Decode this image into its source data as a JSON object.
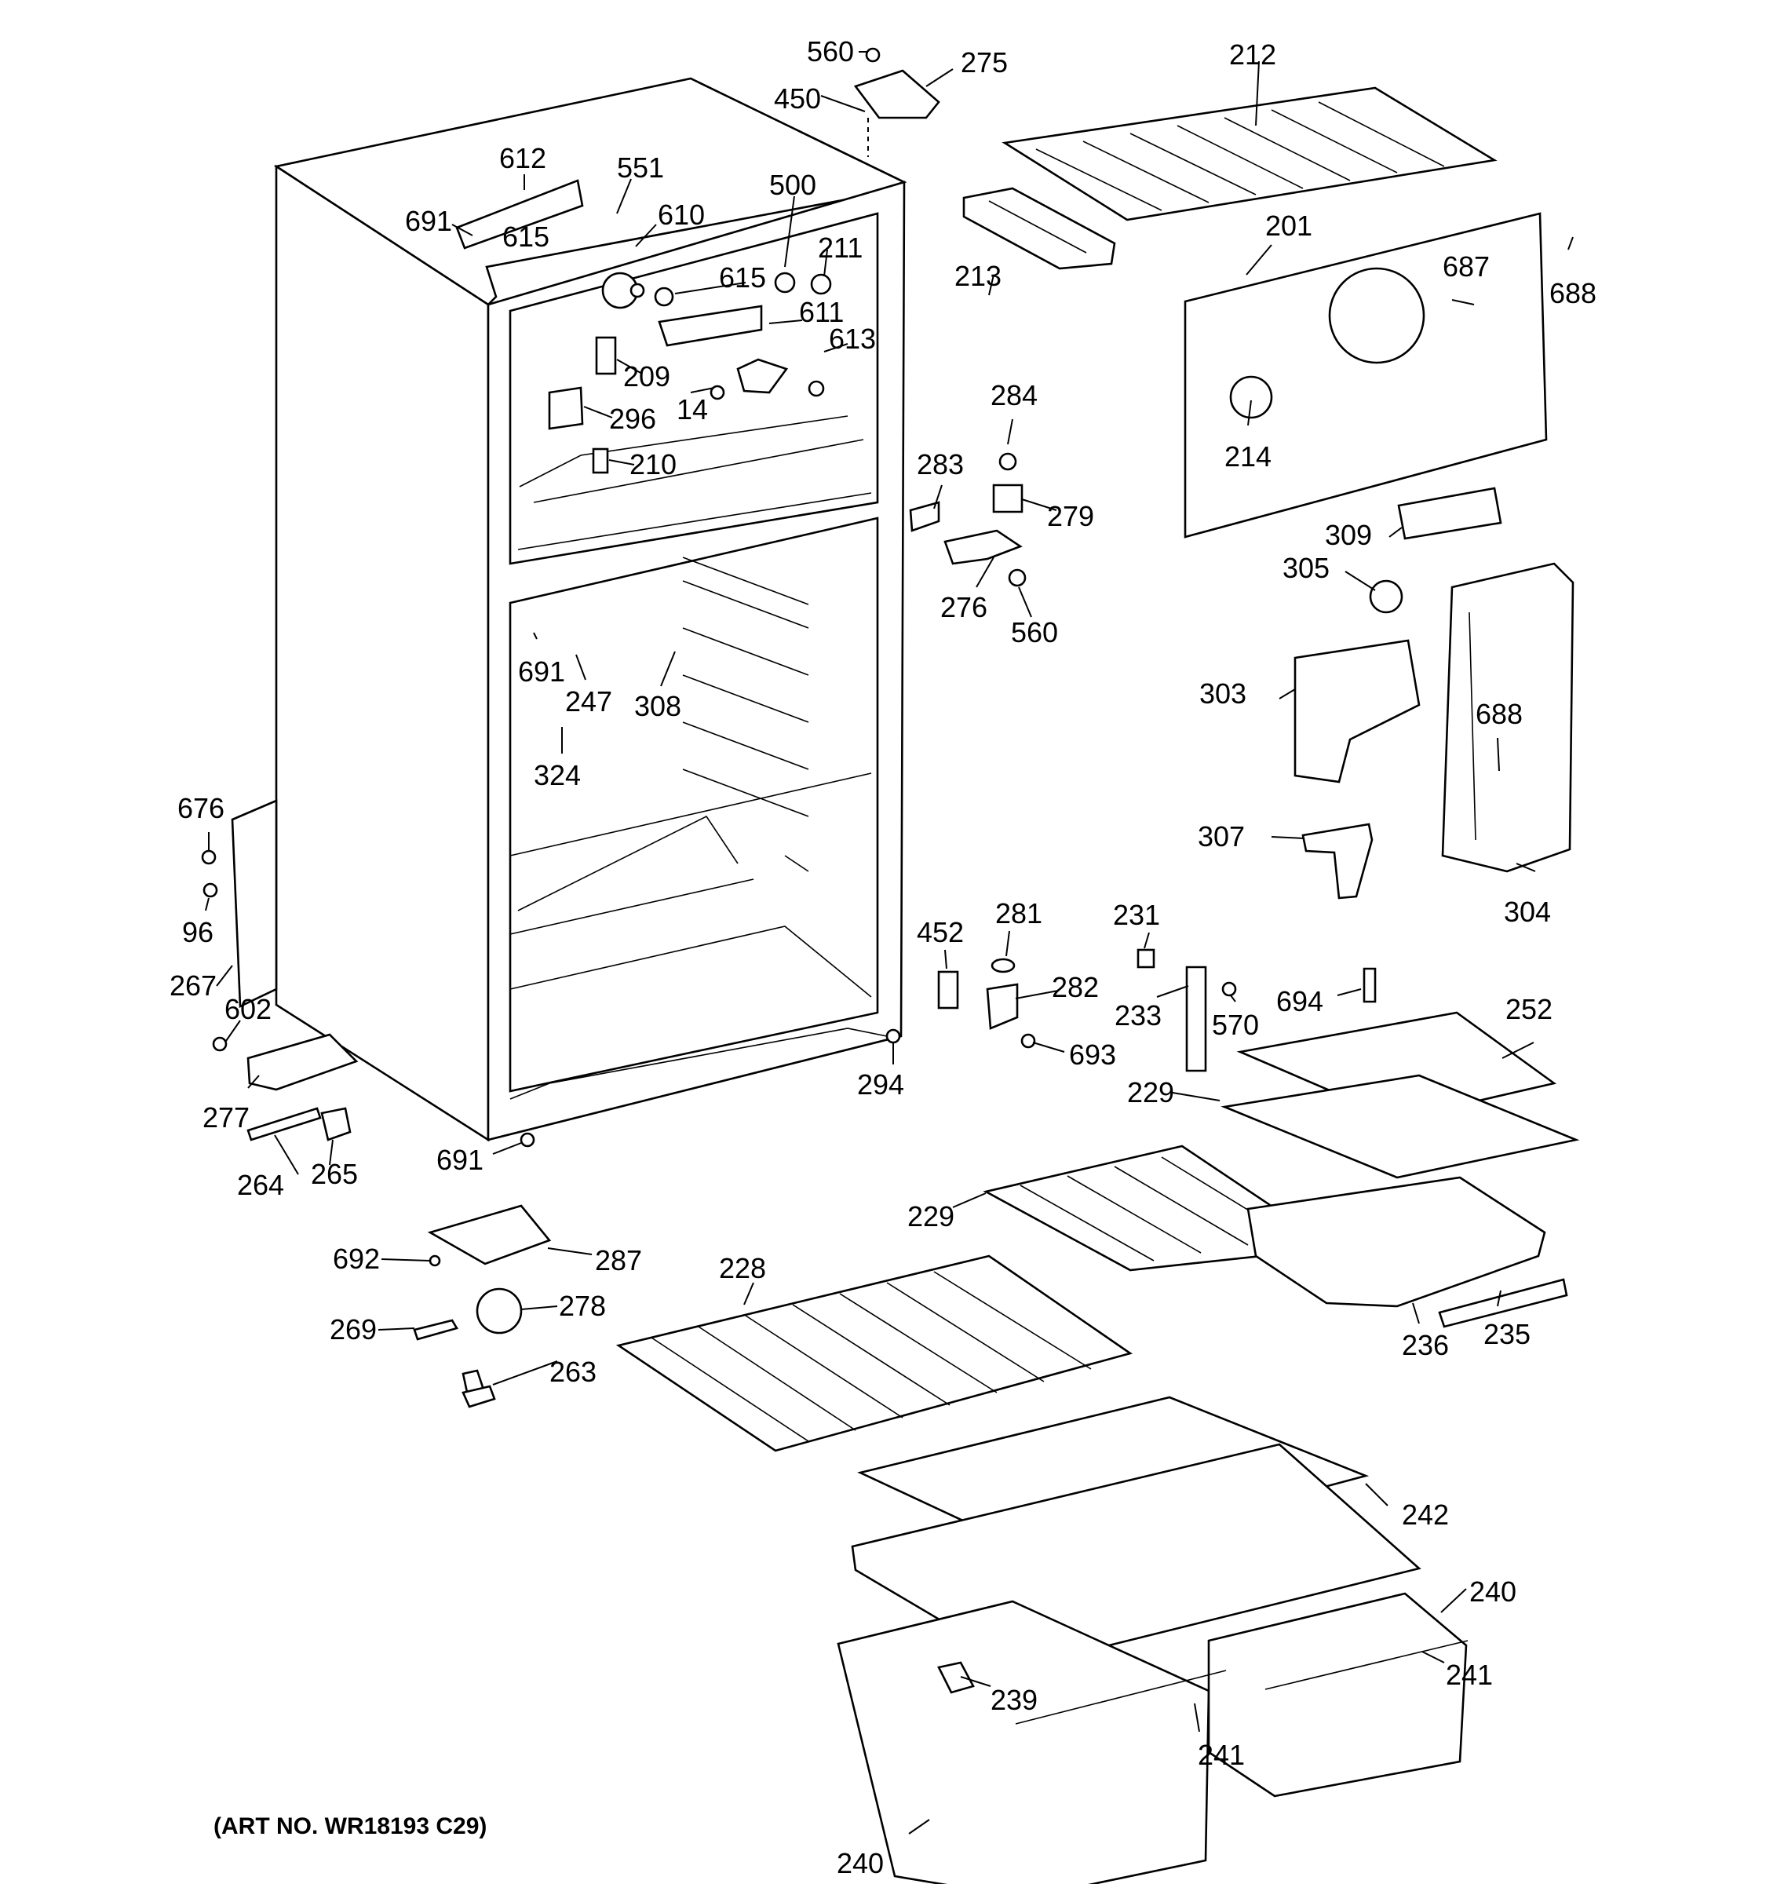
{
  "diagram": {
    "art_number": "(ART NO. WR18193 C29)",
    "labels": {
      "l560a": "560",
      "l275": "275",
      "l450": "450",
      "l212": "212",
      "l612": "612",
      "l551": "551",
      "l691a": "691",
      "l615a": "615",
      "l610": "610",
      "l500": "500",
      "l211": "211",
      "l615b": "615",
      "l611": "611",
      "l613": "613",
      "l209": "209",
      "l14": "14",
      "l296": "296",
      "l210": "210",
      "l213": "213",
      "l201": "201",
      "l687": "687",
      "l688a": "688",
      "l214": "214",
      "l284": "284",
      "l283": "283",
      "l279": "279",
      "l276": "276",
      "l560b": "560",
      "l309": "309",
      "l305": "305",
      "l303": "303",
      "l688b": "688",
      "l307": "307",
      "l304": "304",
      "l691b": "691",
      "l247": "247",
      "l308": "308",
      "l324": "324",
      "l676": "676",
      "l96": "96",
      "l267": "267",
      "l602": "602",
      "l277": "277",
      "l264": "264",
      "l265": "265",
      "l691c": "691",
      "l294": "294",
      "l452": "452",
      "l281": "281",
      "l282": "282",
      "l693": "693",
      "l231": "231",
      "l233": "233",
      "l570": "570",
      "l694": "694",
      "l252": "252",
      "l229a": "229",
      "l229b": "229",
      "l236": "236",
      "l235": "235",
      "l692": "692",
      "l287": "287",
      "l269": "269",
      "l278": "278",
      "l263": "263",
      "l228": "228",
      "l242": "242",
      "l240a": "240",
      "l241a": "241",
      "l239": "239",
      "l241b": "241",
      "l240b": "240"
    }
  }
}
